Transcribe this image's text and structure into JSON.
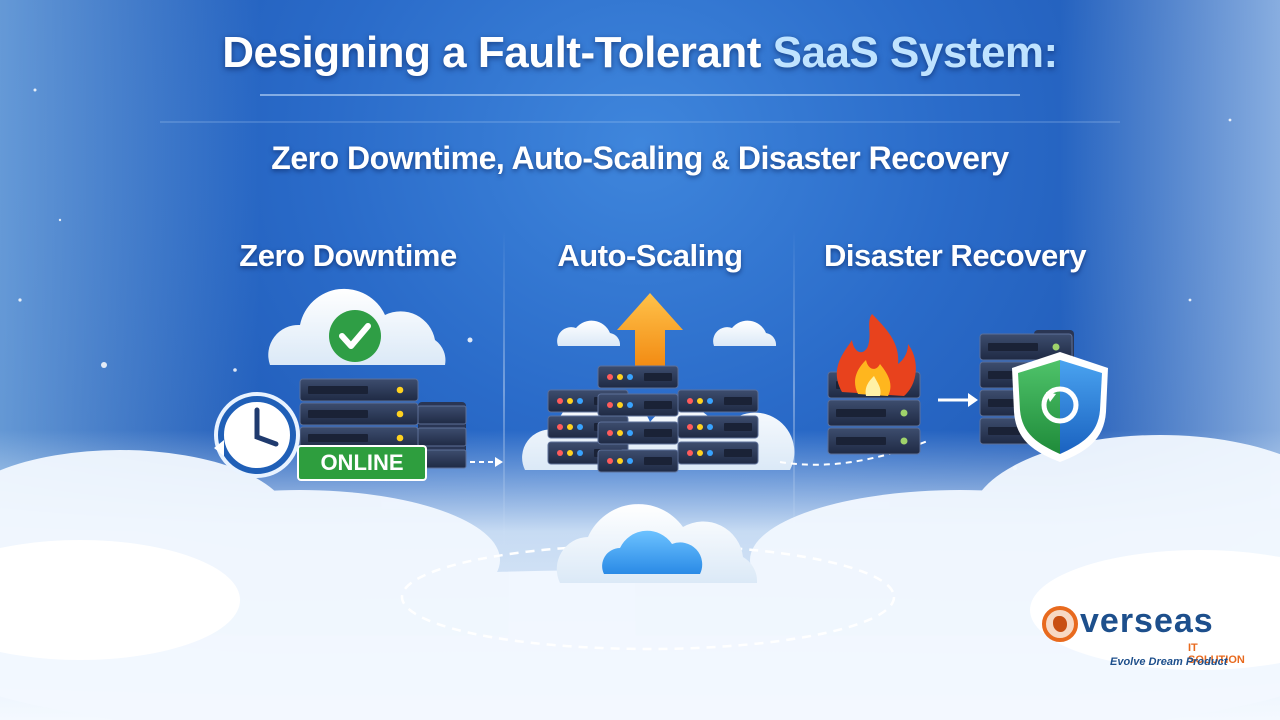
{
  "title": {
    "main": "Designing a Fault-Tolerant",
    "accent": "SaaS System:"
  },
  "subtitle": {
    "part1": "Zero Downtime, Auto-Scaling",
    "amp": "&",
    "part2": "Disaster Recovery"
  },
  "columns": [
    {
      "heading": "Zero Downtime",
      "badge": "ONLINE",
      "icons": [
        "cloud-check-icon",
        "clock-icon",
        "server-stack-icon"
      ]
    },
    {
      "heading": "Auto-Scaling",
      "icons": [
        "up-arrow-icon",
        "server-stack-icon",
        "cloud-icon"
      ]
    },
    {
      "heading": "Disaster Recovery",
      "icons": [
        "fire-icon",
        "server-stack-icon",
        "shield-refresh-icon"
      ]
    }
  ],
  "logo": {
    "word": "verseas",
    "sub": "IT SOLUTION",
    "tagline": "Evolve Dream Product"
  },
  "colors": {
    "background": "#2a6bc9",
    "accent_title": "#bfe3ff",
    "online_badge": "#2e9e3e",
    "logo_orange": "#e86a1e",
    "logo_blue": "#1d4f8c"
  }
}
